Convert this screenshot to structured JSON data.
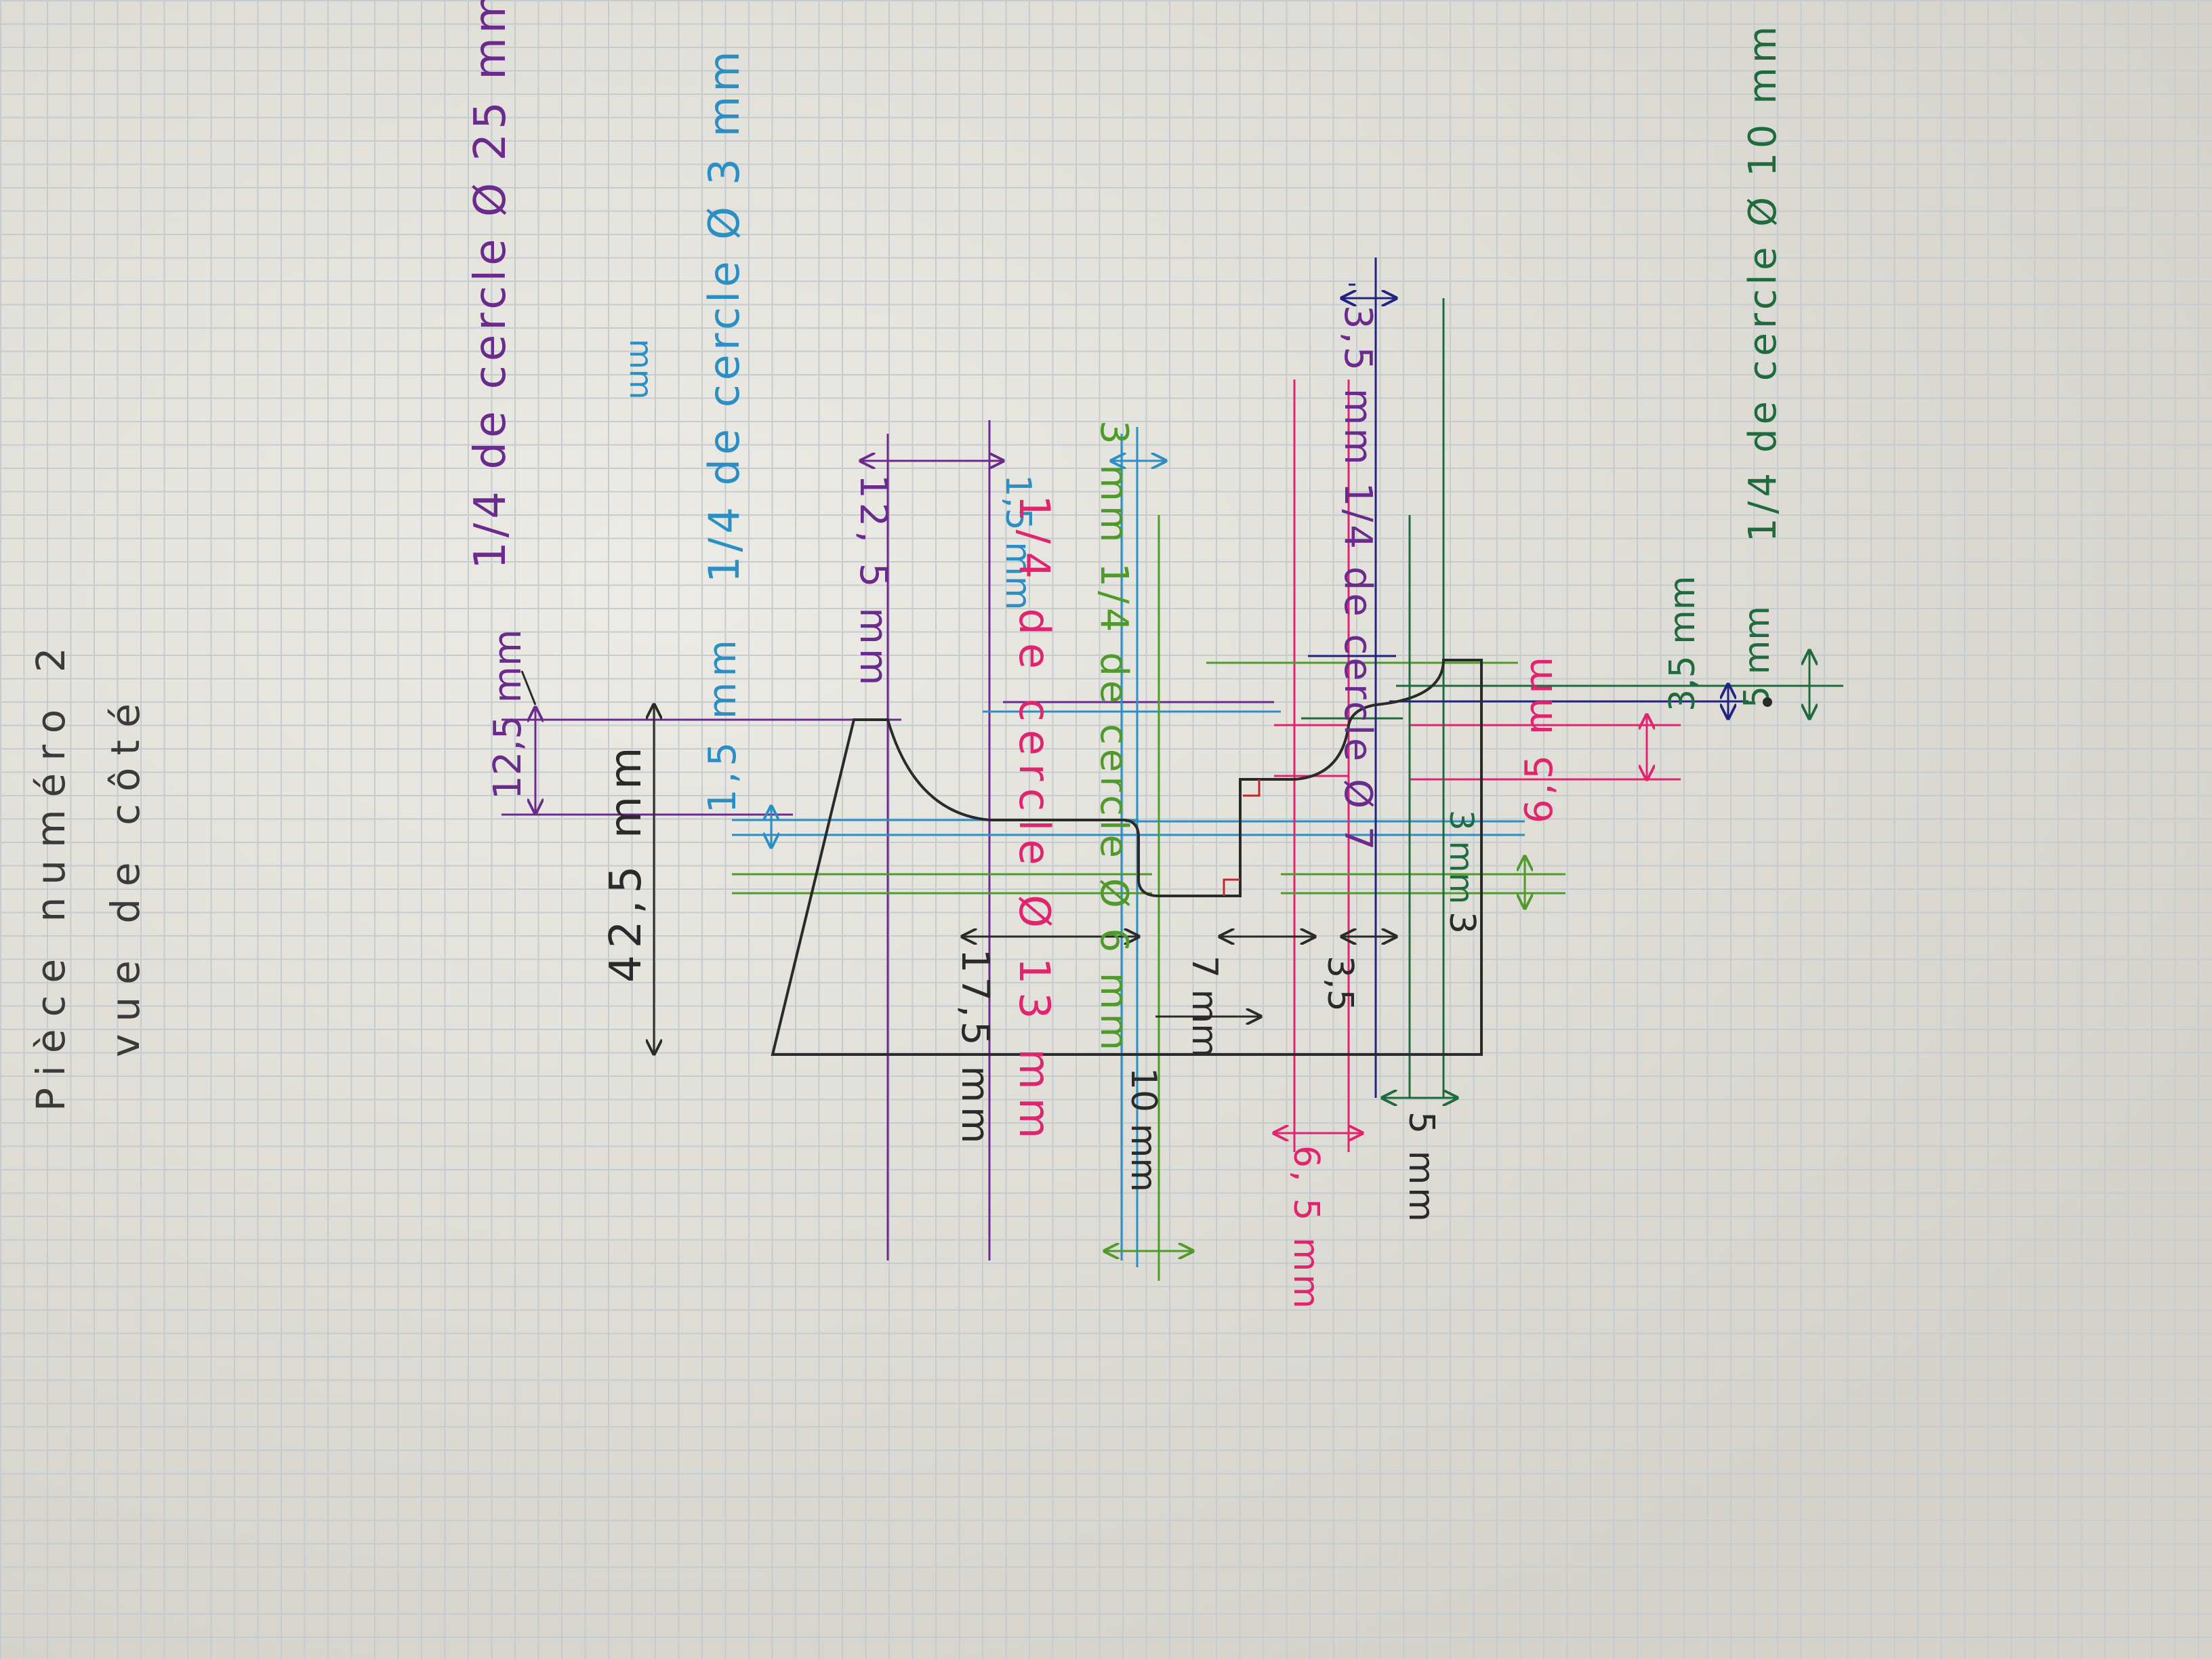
{
  "title": {
    "line1": "Pièce numéro 2",
    "line2": "vue de côté"
  },
  "colors": {
    "ink": "#2a2a2a",
    "purple": "#6a2b8c",
    "blue": "#2b8fc4",
    "pink": "#e0256e",
    "green": "#4f9a2a",
    "darkgreen": "#1f6b3e",
    "navy": "#23237e",
    "red": "#c4262e"
  },
  "labels": {
    "purple_arc": "1/4 de cercle Ø 25 mm",
    "purple_dim_12_5": "12,5 mm",
    "purple_dim_12_5b": "12, 5 mm",
    "blue_arc": "1/4 de cercle Ø 3 mm",
    "blue_dim_1_5": "1,5 mm",
    "blue_dim_1_5b": "1,5 mm",
    "navy_arc": "3,5 mm 1/4 de cercle Ø 7",
    "navy_mm": "mm",
    "overall_height": "42,5 mm",
    "dim_17_5": "17,5 mm",
    "dim_7": "7 mm",
    "dim_3_5": "3,5",
    "dim_3": "3",
    "dim_10": "10 mm",
    "pink_arc": "1/4 de cercle Ø 13 mm",
    "pink_dim_6_5": "6,5 mm",
    "pink_dim_6_5b": "6, 5 mm",
    "dim_5_bottom": "5 mm",
    "green_arc": "3 mm 1/4 de cercle Ø 6 mm",
    "green_dim_3": "3 mm",
    "dark_arc": "1/4 de cercle Ø 10 mm",
    "dark_dim_5": "5 mm",
    "navy_dim_3_5": "3,5 mm"
  }
}
